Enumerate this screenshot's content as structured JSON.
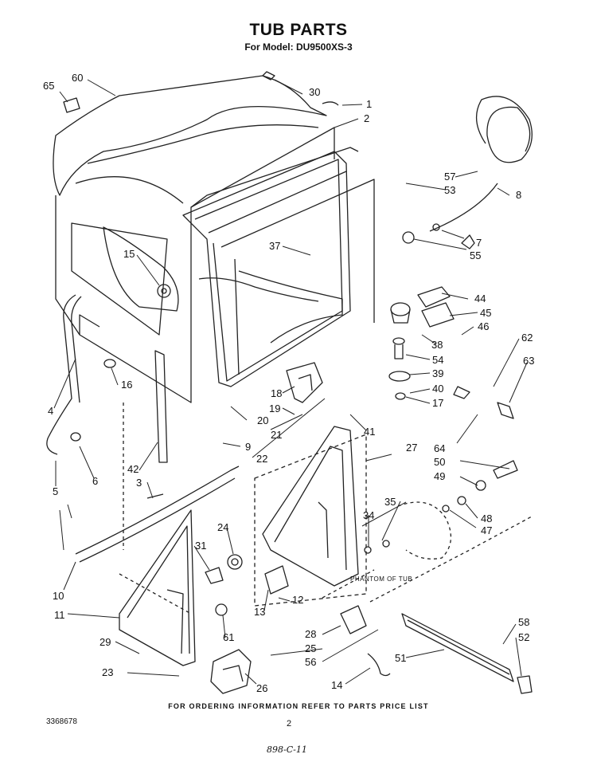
{
  "header": {
    "title": "TUB PARTS",
    "subtitle": "For Model: DU9500XS-3"
  },
  "callouts": [
    "65",
    "60",
    "30",
    "1",
    "2",
    "57",
    "53",
    "8",
    "7",
    "55",
    "15",
    "37",
    "44",
    "45",
    "46",
    "38",
    "54",
    "39",
    "40",
    "17",
    "62",
    "63",
    "18",
    "19",
    "20",
    "21",
    "22",
    "41",
    "27",
    "4",
    "16",
    "9",
    "6",
    "5",
    "42",
    "3",
    "64",
    "50",
    "49",
    "35",
    "48",
    "47",
    "34",
    "24",
    "31",
    "10",
    "11",
    "29",
    "23",
    "12",
    "13",
    "61",
    "28",
    "25",
    "56",
    "26",
    "14",
    "51",
    "58",
    "52"
  ],
  "diagram_labels": {
    "phantom": "PHANTOM OF TUB"
  },
  "footer": {
    "note": "FOR ORDERING INFORMATION REFER TO PARTS PRICE LIST",
    "doc_number": "3368678",
    "page_number": "2",
    "handwritten": "898-C-11"
  }
}
